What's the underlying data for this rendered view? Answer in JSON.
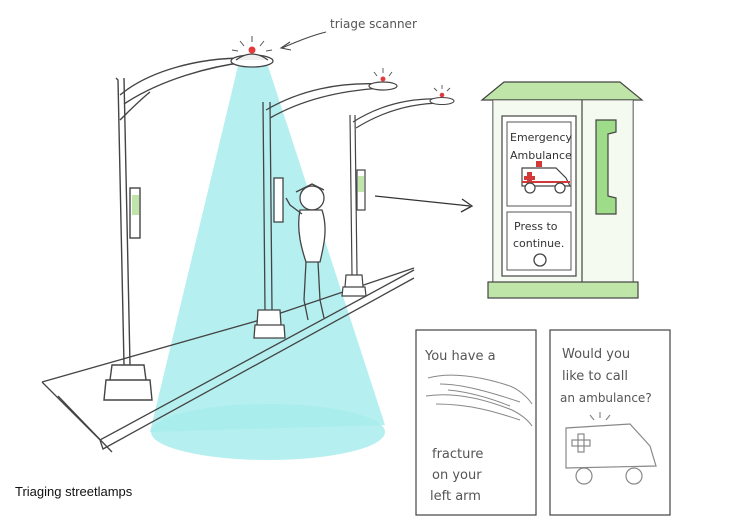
{
  "annotation": {
    "label": "triage scanner"
  },
  "booth_screen": {
    "top_line1": "Emergency",
    "top_line2": "Ambulance",
    "bottom_line1": "Press to",
    "bottom_line2": "continue."
  },
  "panel_left": {
    "line1": "You have a",
    "line2": "fracture",
    "line3": "on your",
    "line4": "left arm"
  },
  "panel_right": {
    "line1": "Would you",
    "line2": "like to call",
    "line3": "an ambulance?"
  },
  "caption": "Triaging streetlamps",
  "colors": {
    "scanner_beam": "#a8ecec",
    "booth_green": "#bfe6a8",
    "phone_green": "#9fdc8a",
    "light_red": "#e23b3b",
    "ambulance_red": "#d23a3a"
  }
}
